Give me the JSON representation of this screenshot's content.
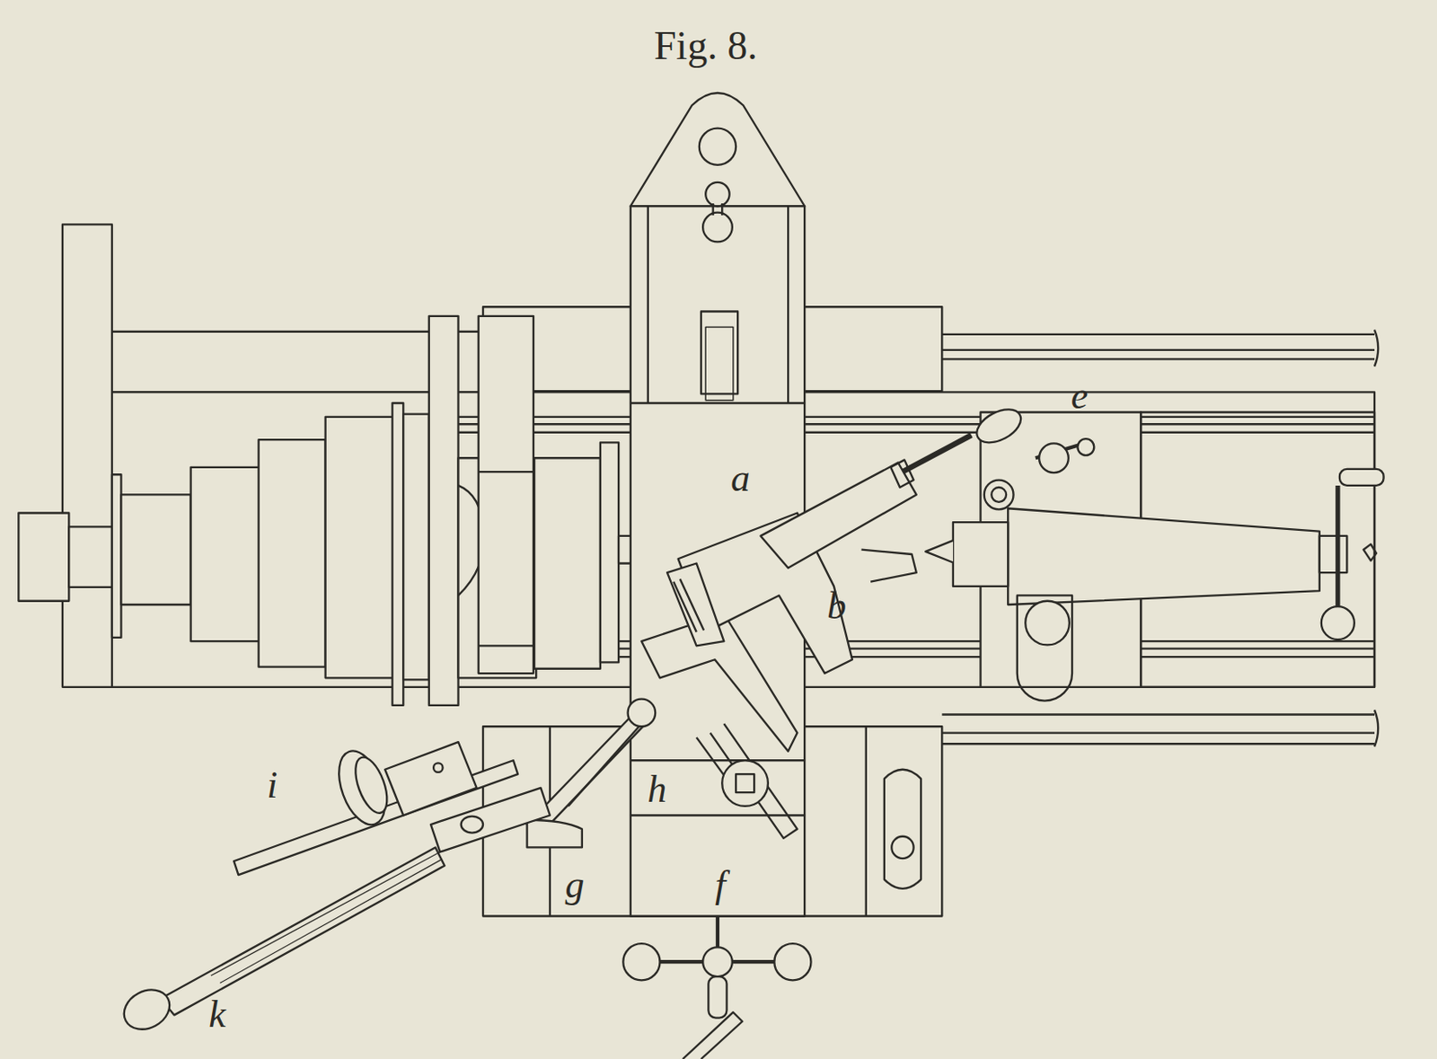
{
  "diagram": {
    "title": "Fig. 8.",
    "labels": [
      "e",
      "a",
      "b",
      "i",
      "h",
      "g",
      "f",
      "k"
    ]
  }
}
